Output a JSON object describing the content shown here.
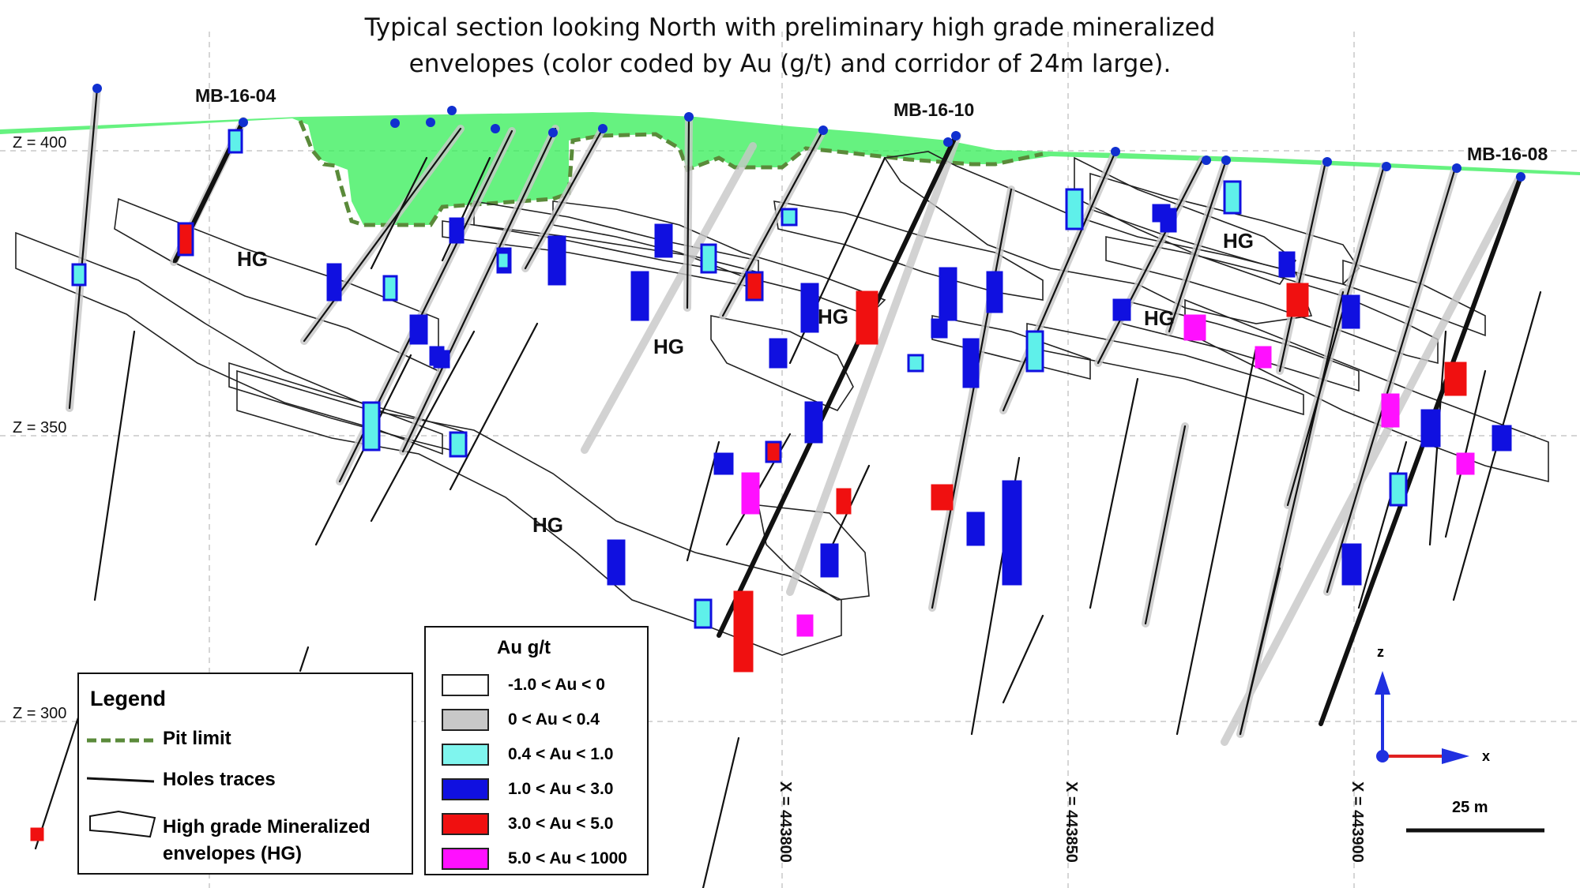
{
  "title_line1": "Typical section looking North with preliminary high grade mineralized",
  "title_line2": "envelopes (color coded by Au (g/t) and corridor of 24m large).",
  "hole_labels": [
    "MB-16-04",
    "MB-16-10",
    "MB-16-08"
  ],
  "hg_label": "HG",
  "z_labels": [
    "Z = 400",
    "Z = 350",
    "Z = 300"
  ],
  "x_labels": [
    "X = 443800",
    "X = 443850",
    "X = 443900"
  ],
  "legend": {
    "title": "Legend",
    "pit_limit": "Pit limit",
    "holes_traces": "Holes traces",
    "envelopes_line1": "High grade Mineralized",
    "envelopes_line2": "envelopes (HG)"
  },
  "au_legend": {
    "title": "Au g/t",
    "classes": [
      {
        "label": "-1.0 < Au < 0",
        "color": "#ffffff"
      },
      {
        "label": "0 < Au < 0.4",
        "color": "#c8c8c8"
      },
      {
        "label": "0.4 < Au < 1.0",
        "color": "#7ff5ee"
      },
      {
        "label": "1.0 < Au < 3.0",
        "color": "#1010e0"
      },
      {
        "label": "3.0 < Au < 5.0",
        "color": "#f01010"
      },
      {
        "label": "5.0 < Au < 1000",
        "color": "#ff10ff"
      }
    ]
  },
  "axis": {
    "z": "z",
    "x": "x"
  },
  "scale_bar": "25 m",
  "colors": {
    "pit_fill": "#33ee55",
    "pit_limit": "#5a8a3a",
    "hole": "#111111",
    "collar": "#1030d0",
    "axis_x": "#e02020",
    "axis_z": "#2030e0"
  }
}
